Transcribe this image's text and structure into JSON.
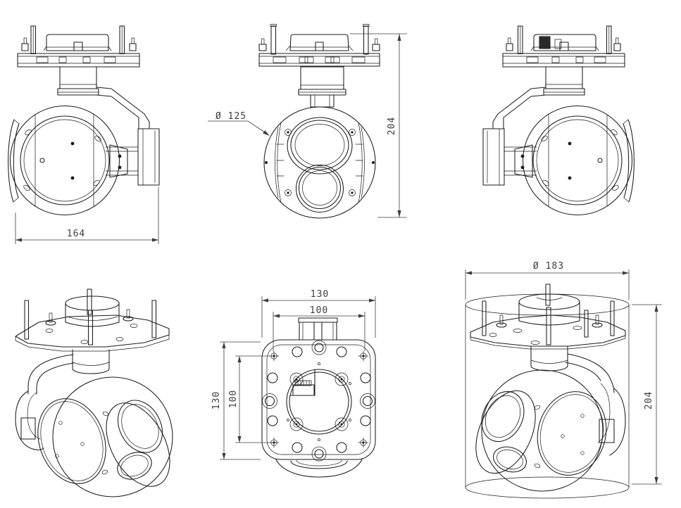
{
  "drawing": {
    "background": "#ffffff",
    "line_color": "#1b1b1b",
    "dim_color": "#3d3d3d",
    "views": {
      "side_a": {
        "dim_width": "164"
      },
      "front": {
        "dim_sphere_diameter": "Ø 125",
        "dim_height": "204"
      },
      "bottom": {
        "dim_outer_width": "130",
        "dim_bolt_width": "100",
        "dim_outer_depth": "130",
        "dim_bolt_depth": "100"
      },
      "envelope": {
        "dim_cylinder_diameter": "Ø 183",
        "dim_height": "204"
      }
    }
  }
}
